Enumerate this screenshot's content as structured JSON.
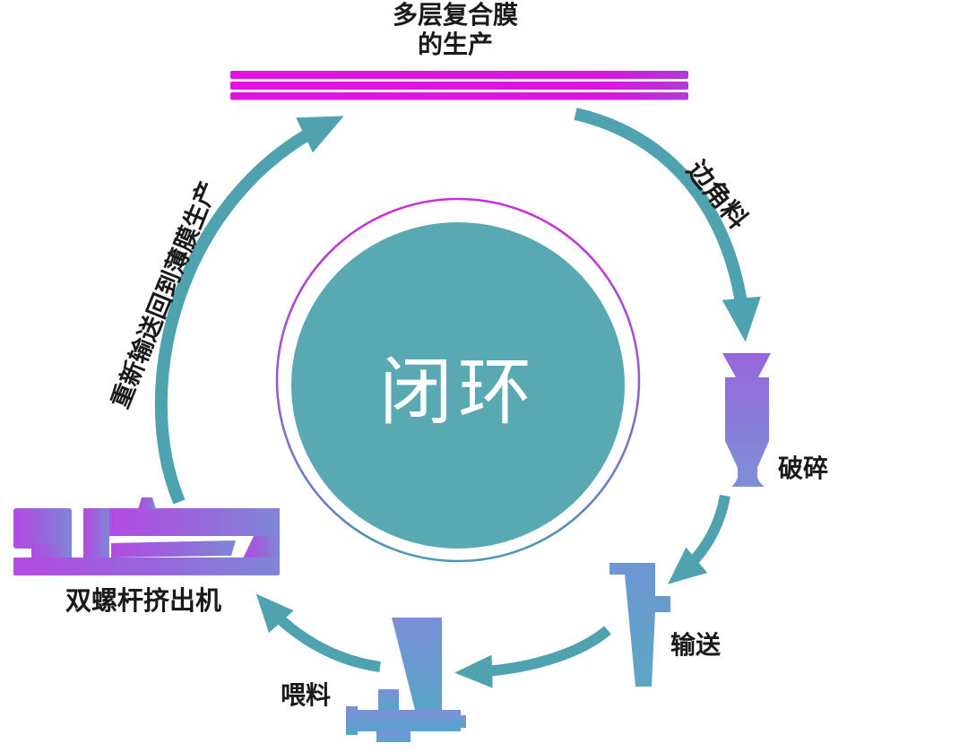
{
  "diagram": {
    "title": {
      "line1": "多层复合膜",
      "line2": "的生产"
    },
    "center": {
      "label": "闭环"
    },
    "flow_labels": {
      "scrap": "边角料",
      "return": "重新输送回到薄膜生产"
    },
    "stations": {
      "crushing": "破碎",
      "conveying": "输送",
      "feeding": "喂料",
      "extruder": "双螺杆挤出机"
    },
    "icons": {
      "film": "multilayer-film-icon",
      "crusher": "crusher-icon",
      "conveyor": "conveyor-icon",
      "feeder": "feeder-icon",
      "extruder": "twin-screw-extruder-icon"
    },
    "colors": {
      "arrow_teal": "#4FA3B0",
      "circle_fill": "#58A9B2",
      "center_text": "#FFFFFF",
      "film_magenta": "#E113E1",
      "film_violet_end": "#AE3BD6",
      "crusher_top": "#9766DC",
      "crusher_bottom": "#7C90D6",
      "conveyor_top": "#6E95D5",
      "conveyor_bottom": "#5CA8C2",
      "feeder_top": "#7A90D9",
      "feeder_bottom": "#55A5C6",
      "extruder_left": "#B44BE2",
      "extruder_right": "#7F87D5",
      "ring_top": "#C92FD8",
      "ring_mid": "#8E63CF",
      "ring_bottom": "#4E9AB2",
      "text": "#1A1A1A",
      "background": "#FFFFFF"
    }
  }
}
